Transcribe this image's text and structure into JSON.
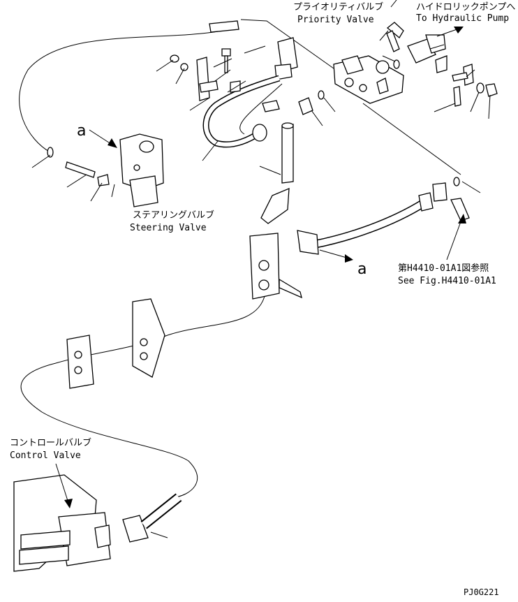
{
  "labels": {
    "priority_valve_jp": "プライオリティバルブ",
    "priority_valve_en": "Priority Valve",
    "hydraulic_pump_jp": "ハイドロリックポンプへ",
    "hydraulic_pump_en": "To Hydraulic Pump",
    "steering_valve_jp": "ステアリングバルブ",
    "steering_valve_en": "Steering Valve",
    "control_valve_jp": "コントロールバルブ",
    "control_valve_en": "Control Valve",
    "see_fig_jp": "第H4410-01A1図参照",
    "see_fig_en": "See Fig.H4410-01A1",
    "callout_a_top": "a",
    "callout_a_bottom": "a",
    "drawing_code": "PJ0G221"
  }
}
